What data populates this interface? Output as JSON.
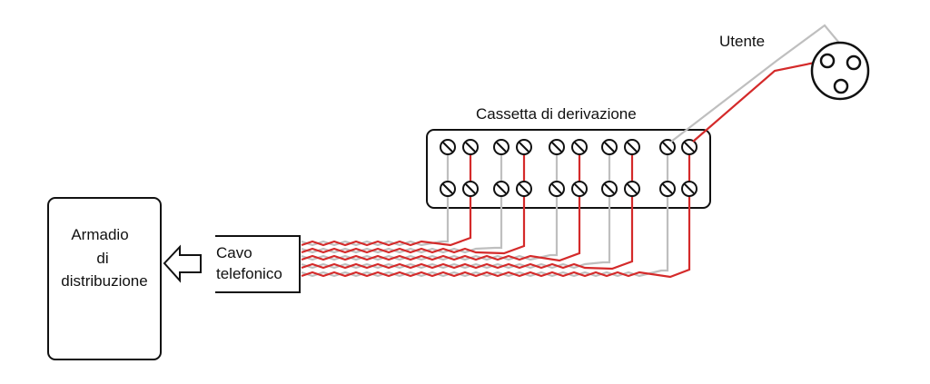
{
  "labels": {
    "user": "Utente",
    "junction_box": "Cassetta di derivazione",
    "cabinet_line1": "Armadio",
    "cabinet_line2": "di",
    "cabinet_line3": "distribuzione",
    "cable_line1": "Cavo",
    "cable_line2": "telefonico"
  },
  "colors": {
    "red_wire": "#d42a2a",
    "grey_wire": "#bfbfbf",
    "outline": "#111111"
  },
  "terminal_pairs": 5
}
